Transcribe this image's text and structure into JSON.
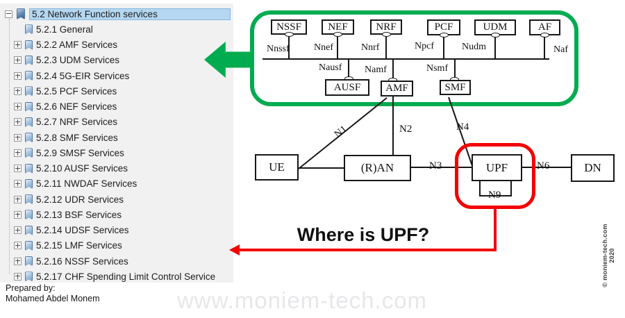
{
  "panel": {
    "root": {
      "label": "5.2 Network Function services",
      "selected": true
    },
    "items": [
      {
        "label": "5.2.1 General",
        "has_children": false
      },
      {
        "label": "5.2.2 AMF Services",
        "has_children": true
      },
      {
        "label": "5.2.3 UDM Services",
        "has_children": true
      },
      {
        "label": "5.2.4 5G-EIR Services",
        "has_children": true
      },
      {
        "label": "5.2.5 PCF Services",
        "has_children": true
      },
      {
        "label": "5.2.6 NEF Services",
        "has_children": true
      },
      {
        "label": "5.2.7 NRF Services",
        "has_children": true
      },
      {
        "label": "5.2.8 SMF Services",
        "has_children": true
      },
      {
        "label": "5.2.9 SMSF Services",
        "has_children": true
      },
      {
        "label": "5.2.10 AUSF Services",
        "has_children": true
      },
      {
        "label": "5.2.11 NWDAF Services",
        "has_children": true
      },
      {
        "label": "5.2.12 UDR Services",
        "has_children": true
      },
      {
        "label": "5.2.13 BSF Services",
        "has_children": true
      },
      {
        "label": "5.2.14 UDSF Services",
        "has_children": true
      },
      {
        "label": "5.2.15 LMF Services",
        "has_children": true
      },
      {
        "label": "5.2.16 NSSF Services",
        "has_children": true
      },
      {
        "label": "5.2.17 CHF Spending Limit Control Service",
        "has_children": true
      }
    ]
  },
  "footer": {
    "prepared_by": "Prepared by:",
    "author": "Mohamed Abdel Monem"
  },
  "watermark": "www.moniem-tech.com",
  "copyright": "© moniem-tech.com 2020",
  "annotation": {
    "question": "Where is UPF?"
  },
  "diagram": {
    "nf_top": {
      "nssf": "NSSF",
      "nef": "NEF",
      "nrf": "NRF",
      "pcf": "PCF",
      "udm": "UDM",
      "af": "AF"
    },
    "sbi": {
      "nnssf": "Nnssf",
      "nnef": "Nnef",
      "nnrf": "Nnrf",
      "npcf": "Npcf",
      "nudm": "Nudm",
      "naf": "Naf",
      "nausf": "Nausf",
      "namf": "Namf",
      "nsmf": "Nsmf"
    },
    "nf_mid": {
      "ausf": "AUSF",
      "amf": "AMF",
      "smf": "SMF"
    },
    "nodes": {
      "ue": "UE",
      "ran": "(R)AN",
      "upf": "UPF",
      "dn": "DN"
    },
    "interfaces": {
      "n1": "N1",
      "n2": "N2",
      "n3": "N3",
      "n4": "N4",
      "n6": "N6",
      "n9": "N9"
    }
  },
  "colors": {
    "green": "#00AC4F",
    "red": "#F40000",
    "selection": "#b5d7f1",
    "panel_bg": "#f1f1f2"
  }
}
